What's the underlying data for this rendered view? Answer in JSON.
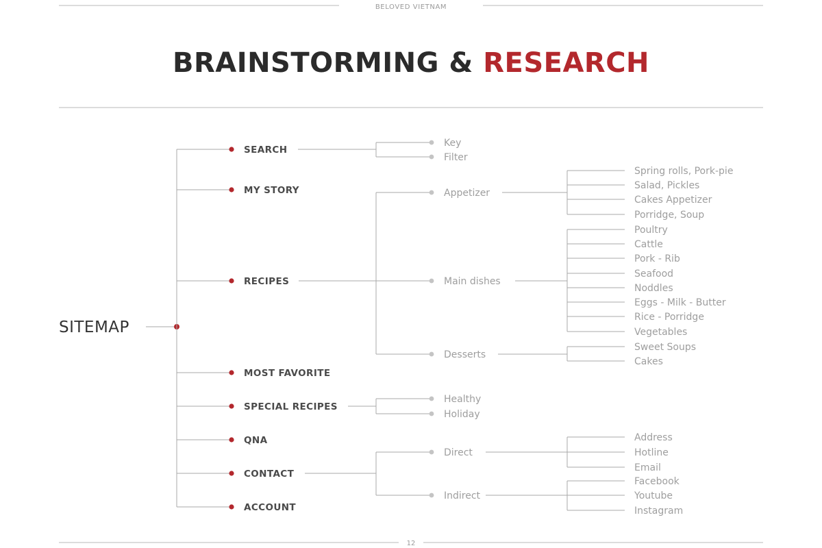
{
  "header": {
    "brand": "BELOVED VIETNAM",
    "title_part1": "BRAINSTORMING & ",
    "title_part2": "RESEARCH"
  },
  "sitemap": {
    "root": "SITEMAP",
    "sections": [
      {
        "label": "SEARCH",
        "children": [
          {
            "label": "Key",
            "children": []
          },
          {
            "label": "Filter",
            "children": []
          }
        ]
      },
      {
        "label": "MY STORY",
        "children": []
      },
      {
        "label": "RECIPES",
        "children": [
          {
            "label": "Appetizer",
            "children": [
              "Spring rolls, Pork-pie",
              "Salad, Pickles",
              "Cakes Appetizer",
              "Porridge, Soup"
            ]
          },
          {
            "label": "Main dishes",
            "children": [
              "Poultry",
              "Cattle",
              "Pork - Rib",
              "Seafood",
              "Noddles",
              "Eggs - Milk - Butter",
              "Rice - Porridge",
              "Vegetables"
            ]
          },
          {
            "label": "Desserts",
            "children": [
              "Sweet Soups",
              "Cakes"
            ]
          }
        ]
      },
      {
        "label": "MOST FAVORITE",
        "children": []
      },
      {
        "label": "SPECIAL RECIPES",
        "children": [
          {
            "label": "Healthy",
            "children": []
          },
          {
            "label": "Holiday",
            "children": []
          }
        ]
      },
      {
        "label": "QNA",
        "children": []
      },
      {
        "label": "CONTACT",
        "children": [
          {
            "label": "Direct",
            "children": [
              "Address",
              "Hotline",
              "Email"
            ]
          },
          {
            "label": "Indirect",
            "children": [
              "Facebook",
              "Youtube",
              "Instagram"
            ]
          }
        ]
      },
      {
        "label": "ACCOUNT",
        "children": []
      }
    ]
  },
  "footer": {
    "page_number": "12"
  },
  "colors": {
    "accent": "#b3282d",
    "text_dark": "#2b2b2b",
    "text_light": "#9e9e9e",
    "line": "#a8a8a8"
  }
}
